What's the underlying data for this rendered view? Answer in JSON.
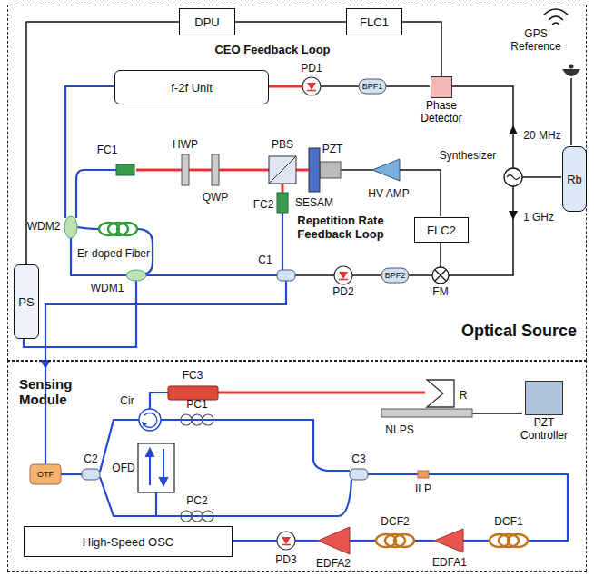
{
  "diagram": {
    "nodes": [
      {
        "text": [
          "Optical Source"
        ]
      },
      {
        "text": [
          "DPU"
        ],
        "in": 0
      },
      {
        "text": [
          "FLC1"
        ],
        "in": 0
      },
      {
        "text": [
          "f-2f Unit"
        ],
        "in": 0
      },
      {
        "text": [
          "Phase Detector"
        ],
        "in": 0
      },
      {
        "text": [
          "PS"
        ],
        "in": 0
      },
      {
        "text": [
          "FLC2"
        ],
        "in": 0
      },
      {
        "text": [
          "Rb"
        ],
        "in": 0
      },
      {
        "text": [
          "Sensing Module"
        ]
      },
      {
        "text": [
          "PZT Controller"
        ],
        "in": 8
      },
      {
        "text": [
          "High-Speed OSC"
        ],
        "in": 8
      }
    ],
    "edges": [
      {
        "from": 1,
        "to": 2,
        "arrow": "none"
      },
      {
        "from": 2,
        "to": 4,
        "arrow": "none"
      },
      {
        "from": 1,
        "to": 5,
        "arrow": "none"
      }
    ],
    "labels": [
      "CEO Feedback Loop",
      "GPS Reference",
      "PD1",
      "BPF1",
      "20 MHz",
      "Synthesizer",
      "1 GHz",
      "FC1",
      "HWP",
      "QWP",
      "PBS",
      "PZT",
      "SESAM",
      "HV AMP",
      "WDM2",
      "Er-doped Fiber",
      "WDM1",
      "FC2",
      "Repetition Rate Feedback Loop",
      "C1",
      "PD2",
      "BPF2",
      "FM",
      "Cir",
      "FC3",
      "R",
      "NLPS",
      "PC1",
      "PC2",
      "OTF",
      "C2",
      "OFD",
      "C3",
      "ILP",
      "DCF1",
      "EDFA1",
      "DCF2",
      "EDFA2",
      "PD3"
    ]
  }
}
